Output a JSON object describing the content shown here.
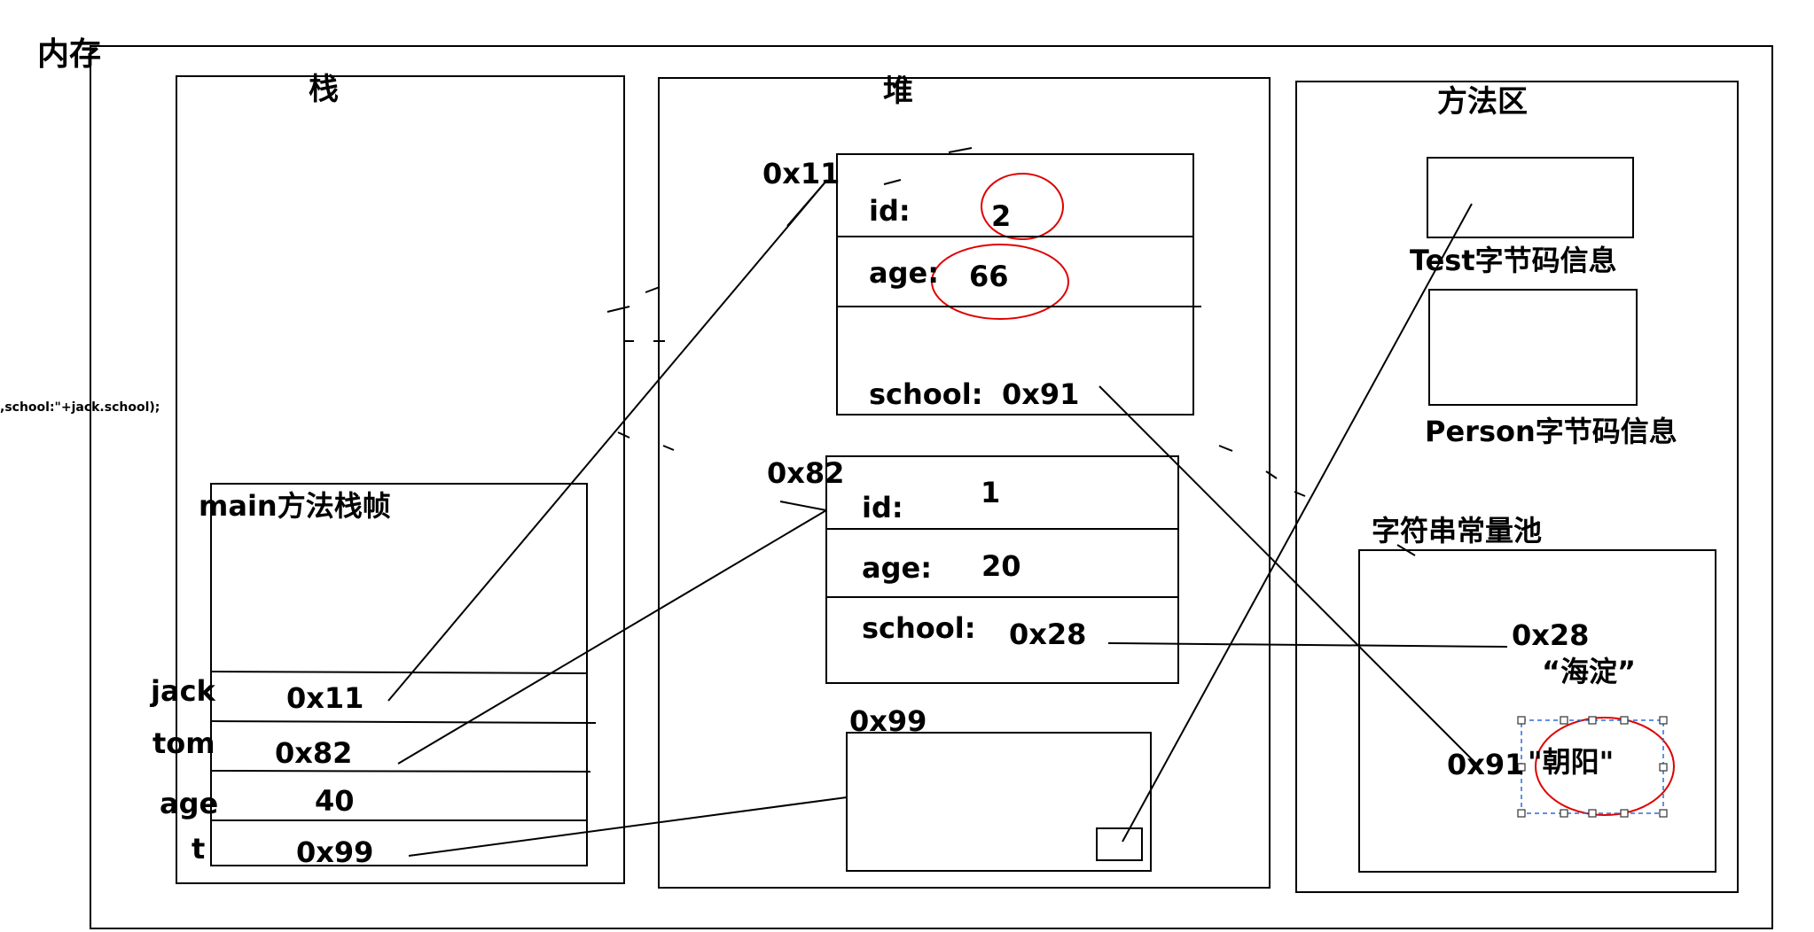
{
  "memory": {
    "title": "内存"
  },
  "stack": {
    "title": "栈",
    "frame_title": "main方法栈帧",
    "vars": [
      {
        "name": "jack",
        "value": "0x11"
      },
      {
        "name": "tom",
        "value": "0x82"
      },
      {
        "name": "age",
        "value": "40"
      },
      {
        "name": "t",
        "value": "0x99"
      }
    ]
  },
  "heap": {
    "title": "堆",
    "objects": [
      {
        "address": "0x11",
        "fields": [
          {
            "name": "id:",
            "value": "2"
          },
          {
            "name": "age:",
            "value": "66"
          },
          {
            "name": "school:",
            "value": "0x91"
          }
        ]
      },
      {
        "address": "0x82",
        "fields": [
          {
            "name": "id:",
            "value": "1"
          },
          {
            "name": "age:",
            "value": "20"
          },
          {
            "name": "school:",
            "value": "0x28"
          }
        ]
      },
      {
        "address": "0x99"
      }
    ]
  },
  "method_area": {
    "title": "方法区",
    "test_label": "Test字节码信息",
    "person_label": "Person字节码信息",
    "pool_title": "字符串常量池",
    "pool_entries": [
      {
        "address": "0x28",
        "value": "“海淀”"
      },
      {
        "address": "0x91",
        "value": "\"朝阳\""
      }
    ]
  },
  "code_fragment": ",school:\"+jack.school);",
  "colors": {
    "line": "#000000",
    "highlight_circle": "#e00000",
    "selection": "#2a6fd6"
  }
}
